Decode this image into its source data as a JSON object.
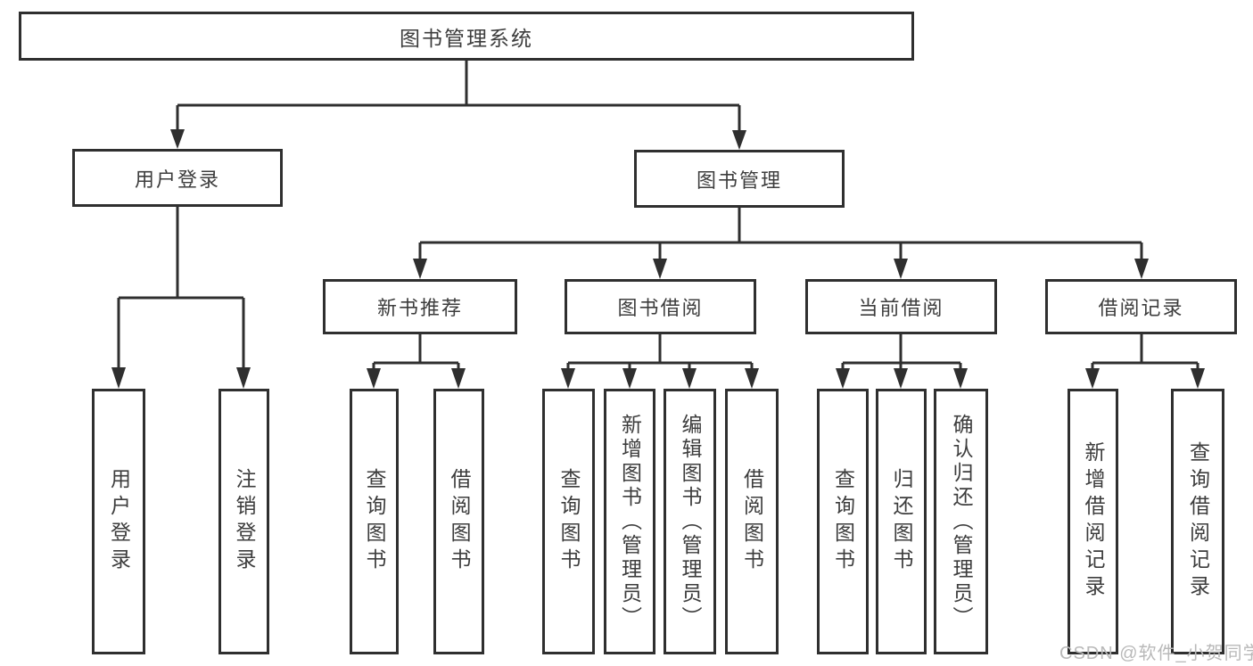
{
  "diagram": {
    "title": "图书管理系统",
    "watermark": "CSDN @软件_小贺同学",
    "colors": {
      "line": "#2f2f2f",
      "border": "#2f2f2f",
      "text": "#3d3d3d",
      "bg": "#ffffff",
      "watermark": "#b9b9b9"
    },
    "nodes": {
      "root": {
        "label": "图书管理系统"
      },
      "login": {
        "label": "用户登录"
      },
      "manage": {
        "label": "图书管理"
      },
      "recommend": {
        "label": "新书推荐"
      },
      "borrow": {
        "label": "图书借阅"
      },
      "current": {
        "label": "当前借阅"
      },
      "records": {
        "label": "借阅记录"
      },
      "login_user": {
        "label": "用户登录"
      },
      "login_out": {
        "label": "注销登录"
      },
      "rec_query": {
        "label": "查询图书"
      },
      "rec_borrow": {
        "label": "借阅图书"
      },
      "bor_query": {
        "label": "查询图书"
      },
      "bor_add": {
        "label": "新增图书（管理员）"
      },
      "bor_edit": {
        "label": "编辑图书（管理员）"
      },
      "bor_borrow": {
        "label": "借阅图书"
      },
      "cur_query": {
        "label": "查询图书"
      },
      "cur_return": {
        "label": "归还图书"
      },
      "cur_confirm": {
        "label": "确认归还（管理员）"
      },
      "rcd_add": {
        "label": "新增借阅记录"
      },
      "rcd_query": {
        "label": "查询借阅记录"
      }
    },
    "structure": [
      {
        "parent": "图书管理系统",
        "children": [
          "用户登录",
          "图书管理"
        ]
      },
      {
        "parent": "用户登录",
        "children": [
          "用户登录",
          "注销登录"
        ]
      },
      {
        "parent": "图书管理",
        "children": [
          "新书推荐",
          "图书借阅",
          "当前借阅",
          "借阅记录"
        ]
      },
      {
        "parent": "新书推荐",
        "children": [
          "查询图书",
          "借阅图书"
        ]
      },
      {
        "parent": "图书借阅",
        "children": [
          "查询图书",
          "新增图书（管理员）",
          "编辑图书（管理员）",
          "借阅图书"
        ]
      },
      {
        "parent": "当前借阅",
        "children": [
          "查询图书",
          "归还图书",
          "确认归还（管理员）"
        ]
      },
      {
        "parent": "借阅记录",
        "children": [
          "新增借阅记录",
          "查询借阅记录"
        ]
      }
    ]
  }
}
